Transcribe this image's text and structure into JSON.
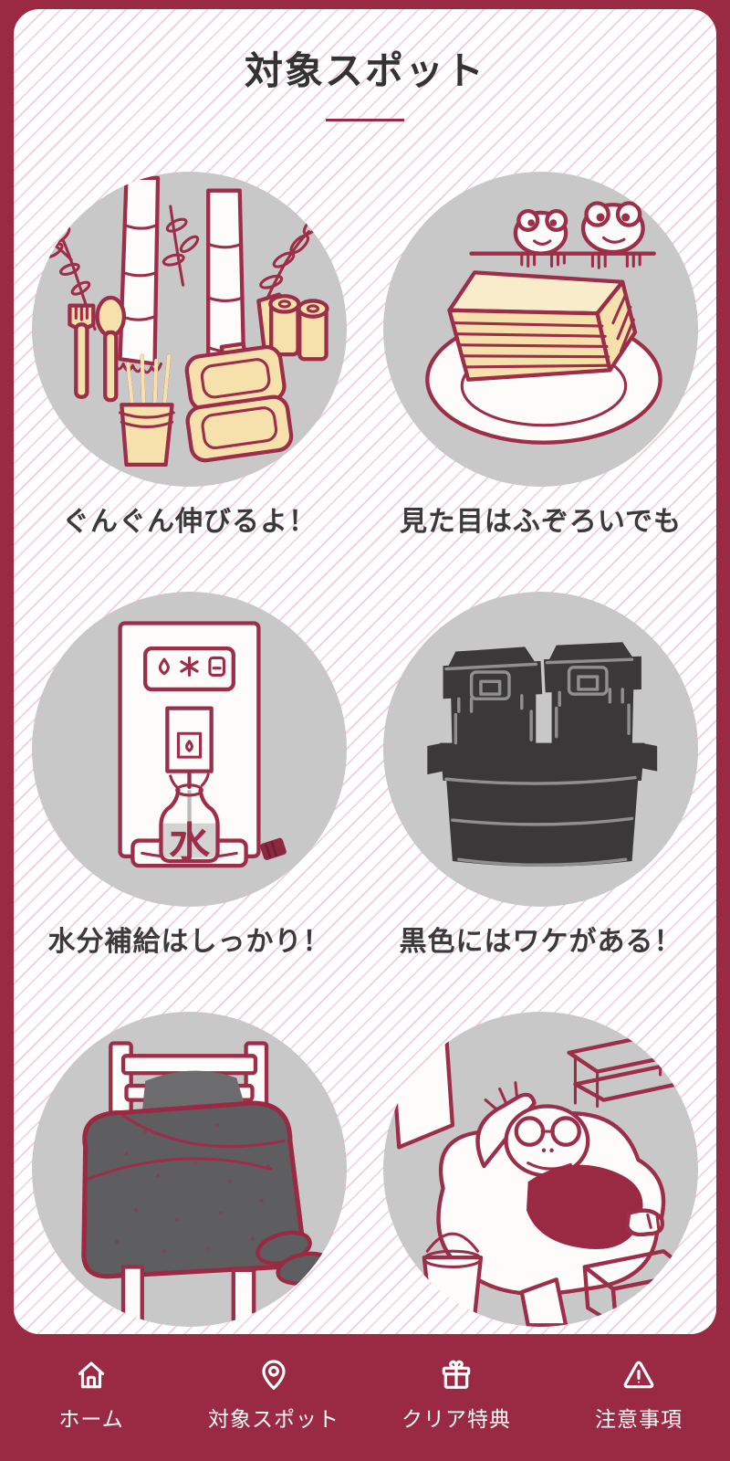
{
  "page": {
    "title": "対象スポット"
  },
  "spots": [
    {
      "caption": "ぐんぐん伸びるよ！",
      "illustration": "bamboo-and-bamboo-goods"
    },
    {
      "caption": "見た目はふぞろいでも",
      "illustration": "layered-cake-with-frogs"
    },
    {
      "caption": "水分補給はしっかり！",
      "illustration": "water-refill-station",
      "bottle_label": "水"
    },
    {
      "caption": "黒色にはワケがある！",
      "illustration": "black-storage-containers"
    },
    {
      "caption": "",
      "illustration": "bed-with-blanket"
    },
    {
      "caption": "",
      "illustration": "frog-relaxing-on-beanbag"
    }
  ],
  "nav": {
    "items": [
      {
        "label": "ホーム",
        "icon": "home-icon"
      },
      {
        "label": "対象スポット",
        "icon": "map-pin-icon"
      },
      {
        "label": "クリア特典",
        "icon": "gift-icon"
      },
      {
        "label": "注意事項",
        "icon": "warning-icon"
      }
    ]
  },
  "colors": {
    "frame_maroon": "#9a2a43",
    "artwork_maroon": "#9c2e49",
    "stripe_pink": "#f2cdd6",
    "circle_gray": "#c9c8c9",
    "cream": "#f6e1ac",
    "dark_box": "#3a3839",
    "blanket_gray": "#5e5d5f",
    "text_dark": "#333333"
  }
}
